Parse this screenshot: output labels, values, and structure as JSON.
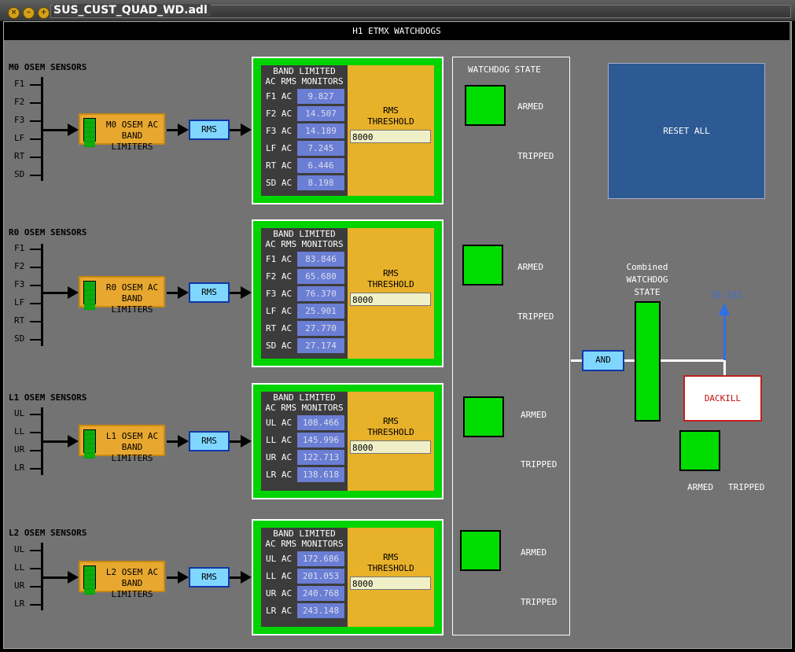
{
  "window": {
    "title": "SUS_CUST_QUAD_WD.adl"
  },
  "header": {
    "title": "H1 ETMX WATCHDOGS"
  },
  "colors": {
    "led_on": "#00dc00",
    "monitor_value_bg": "#6a7ed4",
    "limiter": "#e8a830",
    "rms_box": "#7fd7ff",
    "reset": "#2d5a92",
    "dackill_border": "#c02020"
  },
  "stages": [
    {
      "sensors_title": "M0 OSEM SENSORS",
      "channels": [
        "F1",
        "F2",
        "F3",
        "LF",
        "RT",
        "SD"
      ],
      "limiter_line1": "M0 OSEM AC",
      "limiter_line2": "BAND LIMITERS",
      "rms_label": "RMS",
      "monitor_line1": "BAND LIMITED",
      "monitor_line2": "AC RMS MONITORS",
      "rows": [
        {
          "label": "F1 AC",
          "value": "9.827"
        },
        {
          "label": "F2 AC",
          "value": "14.507"
        },
        {
          "label": "F3 AC",
          "value": "14.189"
        },
        {
          "label": "LF AC",
          "value": "7.245"
        },
        {
          "label": "RT AC",
          "value": "6.446"
        },
        {
          "label": "SD AC",
          "value": "8.198"
        }
      ],
      "threshold_line1": "RMS",
      "threshold_line2": "THRESHOLD",
      "threshold_value": "8000",
      "armed": "ARMED",
      "tripped": "TRIPPED"
    },
    {
      "sensors_title": "R0 OSEM SENSORS",
      "channels": [
        "F1",
        "F2",
        "F3",
        "LF",
        "RT",
        "SD"
      ],
      "limiter_line1": "R0 OSEM AC",
      "limiter_line2": "BAND LIMITERS",
      "rms_label": "RMS",
      "monitor_line1": "BAND LIMITED",
      "monitor_line2": "AC RMS MONITORS",
      "rows": [
        {
          "label": "F1 AC",
          "value": "83.846"
        },
        {
          "label": "F2 AC",
          "value": "65.680"
        },
        {
          "label": "F3 AC",
          "value": "76.370"
        },
        {
          "label": "LF AC",
          "value": "25.901"
        },
        {
          "label": "RT AC",
          "value": "27.770"
        },
        {
          "label": "SD AC",
          "value": "27.174"
        }
      ],
      "threshold_line1": "RMS",
      "threshold_line2": "THRESHOLD",
      "threshold_value": "8000",
      "armed": "ARMED",
      "tripped": "TRIPPED"
    },
    {
      "sensors_title": "L1 OSEM SENSORS",
      "channels": [
        "UL",
        "LL",
        "UR",
        "LR"
      ],
      "limiter_line1": "L1 OSEM AC",
      "limiter_line2": "BAND LIMITERS",
      "rms_label": "RMS",
      "monitor_line1": "BAND LIMITED",
      "monitor_line2": "AC RMS MONITORS",
      "rows": [
        {
          "label": "UL AC",
          "value": "108.466"
        },
        {
          "label": "LL AC",
          "value": "145.996"
        },
        {
          "label": "UR AC",
          "value": "122.713"
        },
        {
          "label": "LR AC",
          "value": "138.618"
        }
      ],
      "threshold_line1": "RMS",
      "threshold_line2": "THRESHOLD",
      "threshold_value": "8000",
      "armed": "ARMED",
      "tripped": "TRIPPED"
    },
    {
      "sensors_title": "L2 OSEM SENSORS",
      "channels": [
        "UL",
        "LL",
        "UR",
        "LR"
      ],
      "limiter_line1": "L2 OSEM AC",
      "limiter_line2": "BAND LIMITERS",
      "rms_label": "RMS",
      "monitor_line1": "BAND LIMITED",
      "monitor_line2": "AC RMS MONITORS",
      "rows": [
        {
          "label": "UL AC",
          "value": "172.686"
        },
        {
          "label": "LL AC",
          "value": "201.053"
        },
        {
          "label": "UR AC",
          "value": "240.768"
        },
        {
          "label": "LR AC",
          "value": "243.148"
        }
      ],
      "threshold_line1": "RMS",
      "threshold_line2": "THRESHOLD",
      "threshold_value": "8000",
      "armed": "ARMED",
      "tripped": "TRIPPED"
    }
  ],
  "watchdog": {
    "title": "WATCHDOG STATE"
  },
  "reset": {
    "label": "RESET ALL"
  },
  "combined": {
    "line1": "Combined",
    "line2": "WATCHDOG",
    "line3": "STATE",
    "and_label": "AND",
    "armed": "ARMED",
    "tripped": "TRIPPED"
  },
  "isi": {
    "label": "TO ISI"
  },
  "dackill": {
    "label": "DACKILL"
  }
}
